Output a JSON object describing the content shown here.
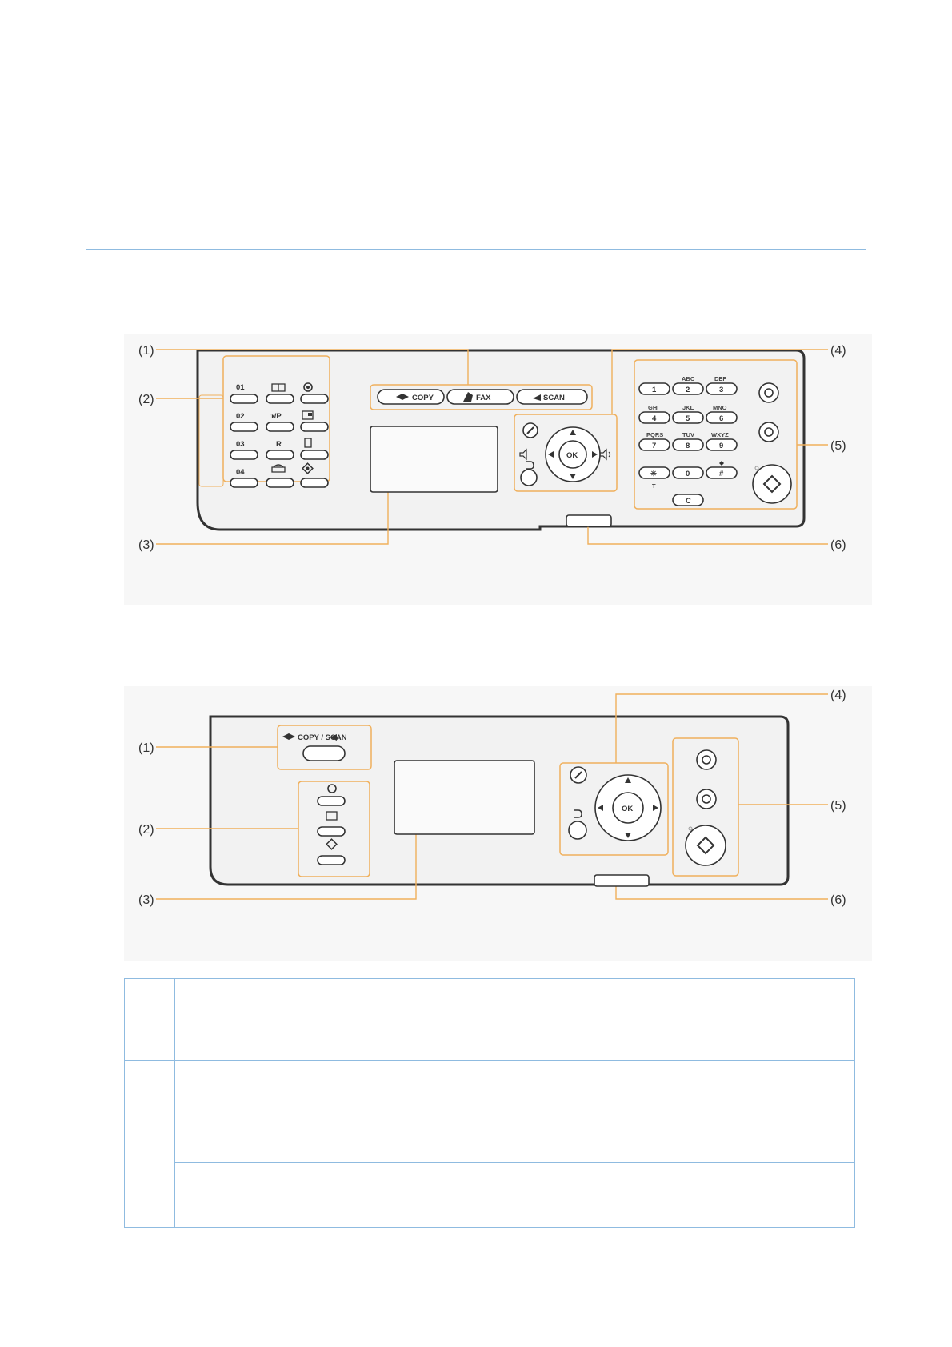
{
  "figure1": {
    "callouts": [
      "(1)",
      "(2)",
      "(3)",
      "(4)",
      "(5)",
      "(6)"
    ],
    "mode_buttons": [
      "COPY",
      "FAX",
      "SCAN"
    ],
    "one_touch": [
      "01",
      "02",
      "03",
      "04"
    ],
    "r_key": "R",
    "color_key": "◑/P",
    "ok": "OK",
    "keypad": {
      "letters": [
        "",
        "ABC",
        "DEF",
        "GHI",
        "JKL",
        "MNO",
        "PQRS",
        "TUV",
        "WXYZ"
      ],
      "digits": [
        "1",
        "2",
        "3",
        "4",
        "5",
        "6",
        "7",
        "8",
        "9"
      ],
      "star": "✳",
      "zero": "0",
      "hash": "#",
      "tone": "T",
      "clear": "C"
    },
    "icons": [
      "address-book-icon",
      "clear-settings-icon",
      "color-icon",
      "id-copy-icon",
      "hook-icon",
      "paper-icon",
      "status-monitor-icon",
      "menu-icon",
      "back-icon",
      "volume-down-icon",
      "volume-up-icon",
      "energy-saver-icon",
      "stop-icon",
      "start-icon"
    ]
  },
  "figure2": {
    "callouts": [
      "(1)",
      "(2)",
      "(3)",
      "(4)",
      "(5)",
      "(6)"
    ],
    "mode_label": "COPY /  SCAN",
    "ok": "OK"
  },
  "colors": {
    "callout_line": "#f0b05c",
    "rule": "#8fbbe0"
  }
}
